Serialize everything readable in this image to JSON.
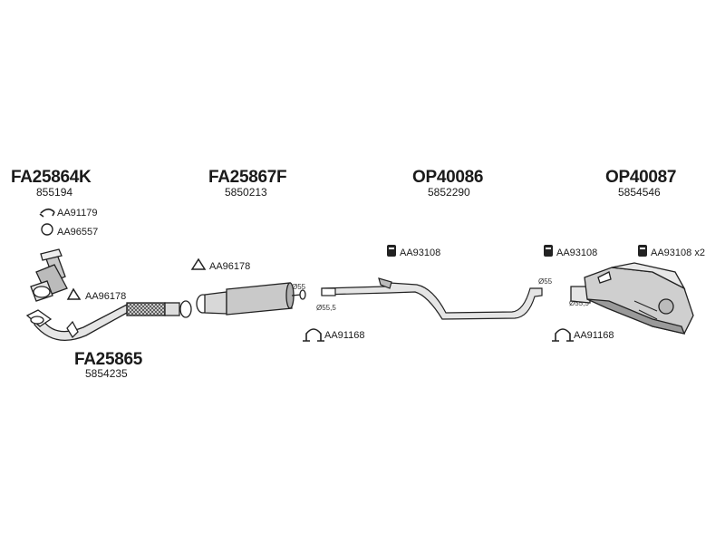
{
  "groups": [
    {
      "code": "FA25864K",
      "number": "855194"
    },
    {
      "code": "FA25867F",
      "number": "5850213"
    },
    {
      "code": "OP40086",
      "number": "5852290"
    },
    {
      "code": "OP40087",
      "number": "5854546"
    },
    {
      "code": "FA25865",
      "number": "5854235"
    }
  ],
  "accessories": {
    "aa91179": "AA91179",
    "aa96557": "AA96557",
    "aa96178_front": "AA96178",
    "aa96178_mid": "AA96178",
    "aa93108_mid": "AA93108",
    "aa93108_rear1": "AA93108",
    "aa93108_rear2": "AA93108 x2",
    "aa91168_mid": "AA91168",
    "aa91168_rear": "AA91168"
  },
  "dimensions": {
    "d55_a": "Ø55",
    "d555_a": "Ø55,5",
    "d55_b": "Ø55",
    "d555_b": "Ø55,5"
  }
}
